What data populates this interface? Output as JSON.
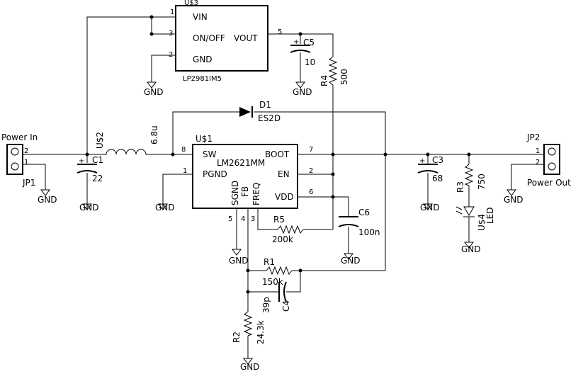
{
  "components": {
    "u3": {
      "name": "U$3",
      "part": "LP2981IM5",
      "pins": {
        "vin": "VIN",
        "onoff": "ON/OFF",
        "vout": "VOUT",
        "gnd": "GND",
        "p1": "1",
        "p3": "3",
        "p2": "2",
        "p5": "5"
      }
    },
    "u1": {
      "name": "U$1",
      "part": "LM2621MM",
      "pins": {
        "sw": "SW",
        "pgnd": "PGND",
        "boot": "BOOT",
        "en": "EN",
        "vdd": "VDD",
        "sgnd": "SGND",
        "fb": "FB",
        "freq": "FREQ",
        "p8": "8",
        "p1": "1",
        "p7": "7",
        "p2": "2",
        "p6": "6",
        "p5": "5",
        "p4": "4",
        "p3": "3"
      }
    },
    "c5": {
      "name": "C5",
      "value": "10"
    },
    "r4": {
      "name": "R4",
      "value": "500"
    },
    "d1": {
      "name": "D1",
      "value": "ES2D"
    },
    "u2": {
      "name": "U$2"
    },
    "l1": {
      "value": "6.8u"
    },
    "c1": {
      "name": "C1",
      "value": "22"
    },
    "c3": {
      "name": "C3",
      "value": "68"
    },
    "r3": {
      "name": "R3",
      "value": "750"
    },
    "u4": {
      "name": "U$4",
      "value": "LED"
    },
    "c6": {
      "name": "C6",
      "value": "100n"
    },
    "r5": {
      "name": "R5",
      "value": "200k"
    },
    "r1": {
      "name": "R1",
      "value": "150k"
    },
    "c4": {
      "name": "C4",
      "value": "39p"
    },
    "r2": {
      "name": "R2",
      "value": "24.3k"
    },
    "jp1": {
      "name": "JP1",
      "label": "Power In",
      "pin1": "1",
      "pin2": "2"
    },
    "jp2": {
      "name": "JP2",
      "label": "Power Out",
      "pin1": "1",
      "pin2": "2"
    }
  },
  "gnd_label": "GND"
}
